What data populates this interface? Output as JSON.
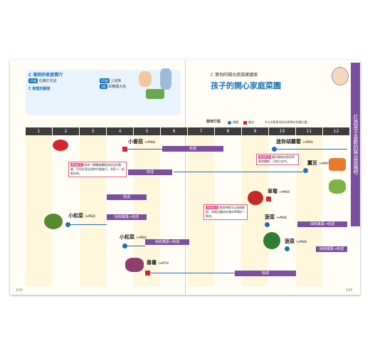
{
  "left_page": {
    "box_title": "C 案例的家庭簡介",
    "members": [
      {
        "age": "33歲",
        "role": "任職於花店"
      },
      {
        "age": "4O歲",
        "role": "上班族"
      },
      {
        "age": "3歲",
        "role": "幼稚園大班"
      }
    ],
    "wish_title": "C 家庭的願望",
    "page_number": "104"
  },
  "right_page": {
    "subtitle": "C 實例的陽台蔬菜建議案",
    "title": "孩子的開心家庭菜園",
    "legend_label": "栽培行程",
    "legend_sow": "播種",
    "legend_plant": "種苗",
    "legend_note": "※以本關東地區為標準的栽種計畫。",
    "page_number": "105"
  },
  "side_tab": "打造孩子喜歡的陽台菜園吧",
  "months": [
    "1",
    "2",
    "3",
    "4",
    "5",
    "6",
    "7",
    "8",
    "9",
    "10",
    "11",
    "12"
  ],
  "crops": [
    {
      "name": "小番茄",
      "ref": "（➡P64）"
    },
    {
      "name": "迷你胡蘿蔔",
      "ref": "（➡P82）"
    },
    {
      "name": "蠶豆",
      "ref": "（➡P87）"
    },
    {
      "name": "草莓",
      "ref": "（➡P83）"
    },
    {
      "name": "小松菜",
      "ref": "（➡P62）"
    },
    {
      "name": "小松菜",
      "ref": "（➡P62）"
    },
    {
      "name": "菠菜",
      "ref": "（➡P60）"
    },
    {
      "name": "菠菜",
      "ref": "（➡P60）"
    },
    {
      "name": "番薯",
      "ref": "（➡P72）"
    }
  ],
  "bars": {
    "harvest": "收成",
    "sow_harvest": "採收嫩葉→收成"
  },
  "points": [
    {
      "head": "Point 1",
      "text": "採成一播種後種植有耐化的農業，不如在落全適的作業進行，與家人一起栽培吧。"
    },
    {
      "head": "Point 2",
      "text": "儘早開始的是密草莓育種期，可將之在中。"
    },
    {
      "head": "Point 3",
      "text": "適段時期可以採摘株組，來栽培嘗試吃看的草莓好一點吧。"
    }
  ]
}
